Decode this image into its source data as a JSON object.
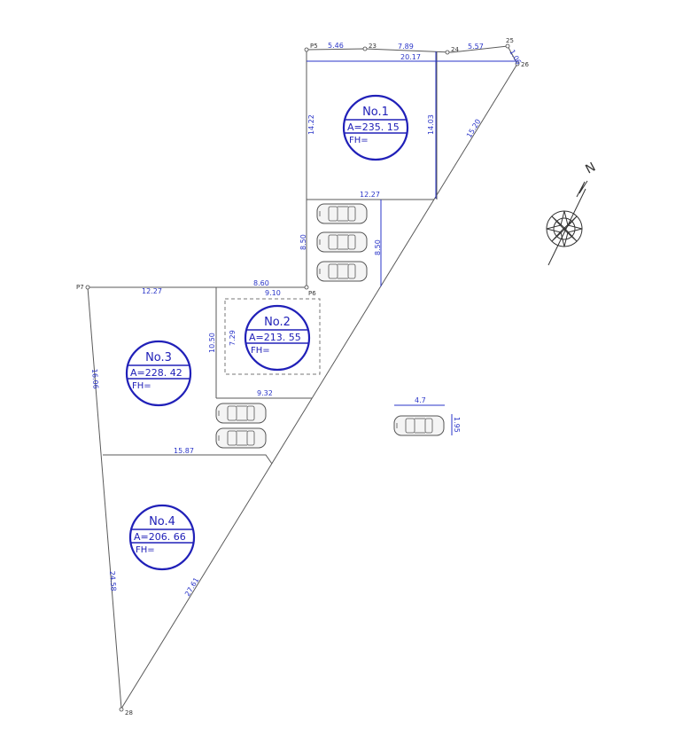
{
  "points": [
    {
      "id": "p5",
      "label": "P5"
    },
    {
      "id": "23",
      "label": "23"
    },
    {
      "id": "24",
      "label": "24"
    },
    {
      "id": "25",
      "label": "25"
    },
    {
      "id": "26",
      "label": "26"
    },
    {
      "id": "p6",
      "label": "P6"
    },
    {
      "id": "p7",
      "label": "P7"
    },
    {
      "id": "28",
      "label": "28"
    }
  ],
  "dimensions": {
    "top_p5_23": "5.46",
    "top_23_24": "7.89",
    "top_24_25": "5.57",
    "top_25_26": "1.06",
    "lot1_width": "20.17",
    "lot1_left": "14.22",
    "lot1_right": "14.03",
    "diag_upper": "15.20",
    "lot1_bottom": "12.27",
    "parking_left": "8.50",
    "parking_right": "8.50",
    "p7_p6_left": "12.27",
    "p7_p6_right": "8.60",
    "lot2_top": "9.10",
    "lot2_inner": "7.29",
    "lot2_left": "10.50",
    "lot2_bottom": "9.32",
    "lot3_left": "16.06",
    "lot3_bottom": "15.87",
    "lot4_left": "24.58",
    "lot4_diag": "27.61",
    "car_length": "4.7",
    "car_width": "1.95"
  },
  "lots": [
    {
      "no": "No.1",
      "area": "A=235. 15",
      "fh": "FH="
    },
    {
      "no": "No.2",
      "area": "A=213. 55",
      "fh": "FH="
    },
    {
      "no": "No.3",
      "area": "A=228. 42",
      "fh": "FH="
    },
    {
      "no": "No.4",
      "area": "A=206. 66",
      "fh": "FH="
    }
  ],
  "compass": {
    "north_label": "N"
  }
}
